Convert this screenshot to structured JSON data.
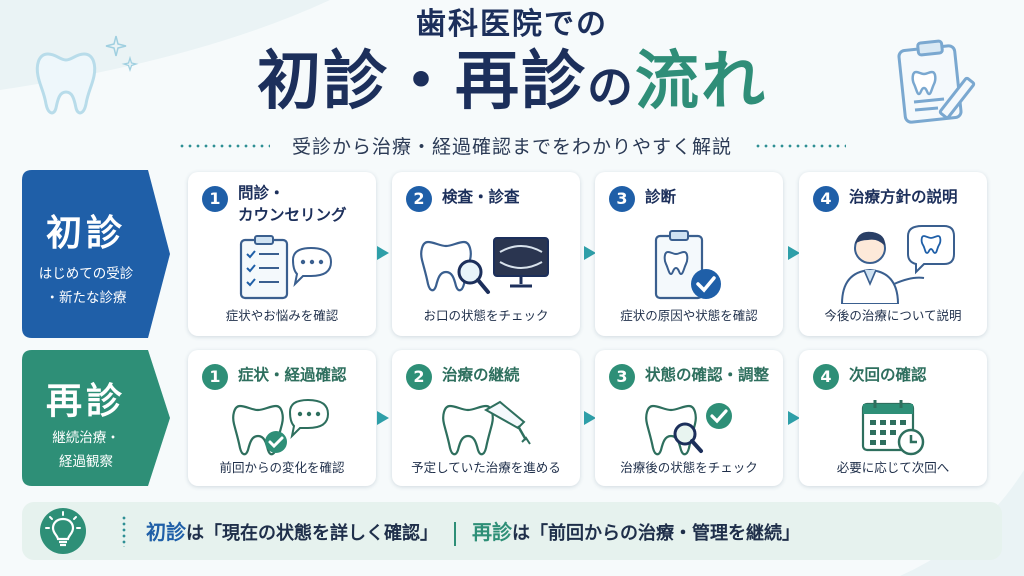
{
  "header": {
    "kicker": "歯科医院での",
    "title_part1": "初診・再診",
    "title_no": "の",
    "title_part2": "流れ",
    "description": "受診から治療・経過確認までをわかりやすく解説"
  },
  "colors": {
    "navy": "#1c2f5b",
    "blue": "#1f5fa8",
    "green": "#2e8f77",
    "footer_bg": "#e6f2ee"
  },
  "first_visit": {
    "tag_title": "初診",
    "tag_sub_line1": "はじめての受診",
    "tag_sub_line2": "・新たな診療",
    "steps": [
      {
        "num": "1",
        "title_line1": "問診・",
        "title_line2": "カウンセリング",
        "caption": "症状やお悩みを確認",
        "icon": "clipboard-chat-icon"
      },
      {
        "num": "2",
        "title": "検査・診査",
        "caption": "お口の状態をチェック",
        "icon": "tooth-xray-icon"
      },
      {
        "num": "3",
        "title": "診断",
        "caption": "症状の原因や状態を確認",
        "icon": "diagnosis-clipboard-icon"
      },
      {
        "num": "4",
        "title": "治療方針の説明",
        "caption": "今後の治療について説明",
        "icon": "dentist-icon"
      }
    ]
  },
  "return_visit": {
    "tag_title": "再診",
    "tag_sub_line1": "継続治療・",
    "tag_sub_line2": "経過観察",
    "steps": [
      {
        "num": "1",
        "title": "症状・経過確認",
        "caption": "前回からの変化を確認",
        "icon": "tooth-check-chat-icon"
      },
      {
        "num": "2",
        "title": "治療の継続",
        "caption": "予定していた治療を進める",
        "icon": "tooth-drill-icon"
      },
      {
        "num": "3",
        "title": "状態の確認・調整",
        "caption": "治療後の状態をチェック",
        "icon": "tooth-magnifier-check-icon"
      },
      {
        "num": "4",
        "title": "次回の確認",
        "caption": "必要に応じて次回へ",
        "icon": "calendar-clock-icon"
      }
    ]
  },
  "footer": {
    "first_label": "初診",
    "first_text": "は「現在の状態を詳しく確認」",
    "return_label": "再診",
    "return_text": "は「前回からの治療・管理を継続」"
  }
}
